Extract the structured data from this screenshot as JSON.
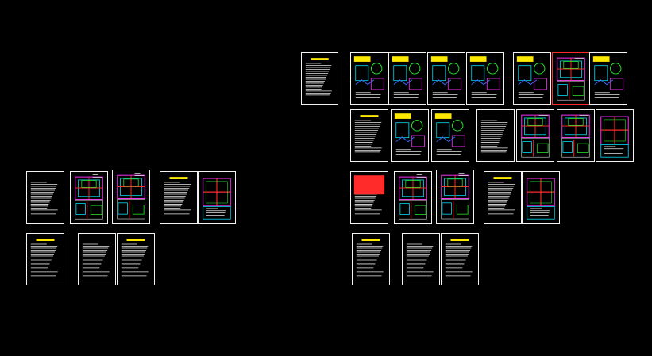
{
  "app": {
    "background_color": "#000000"
  },
  "colors": {
    "border": "#f2f2f2",
    "title_bar": "#ffe800",
    "text_line": "#e6e6e6",
    "red": "#ff2a2a",
    "cyan": "#00e5ff",
    "green": "#29e629",
    "magenta": "#ff33ff",
    "blue": "#3a6bff",
    "yellow": "#ffe800"
  },
  "sheet_types": {
    "T": "text-notes",
    "P": "floor-plan",
    "D": "detail-drawing",
    "S": "section-drawing"
  },
  "layout_groups": [
    "top-right-upper",
    "top-right-middle",
    "left-upper",
    "left-lower",
    "right-upper",
    "right-lower"
  ]
}
